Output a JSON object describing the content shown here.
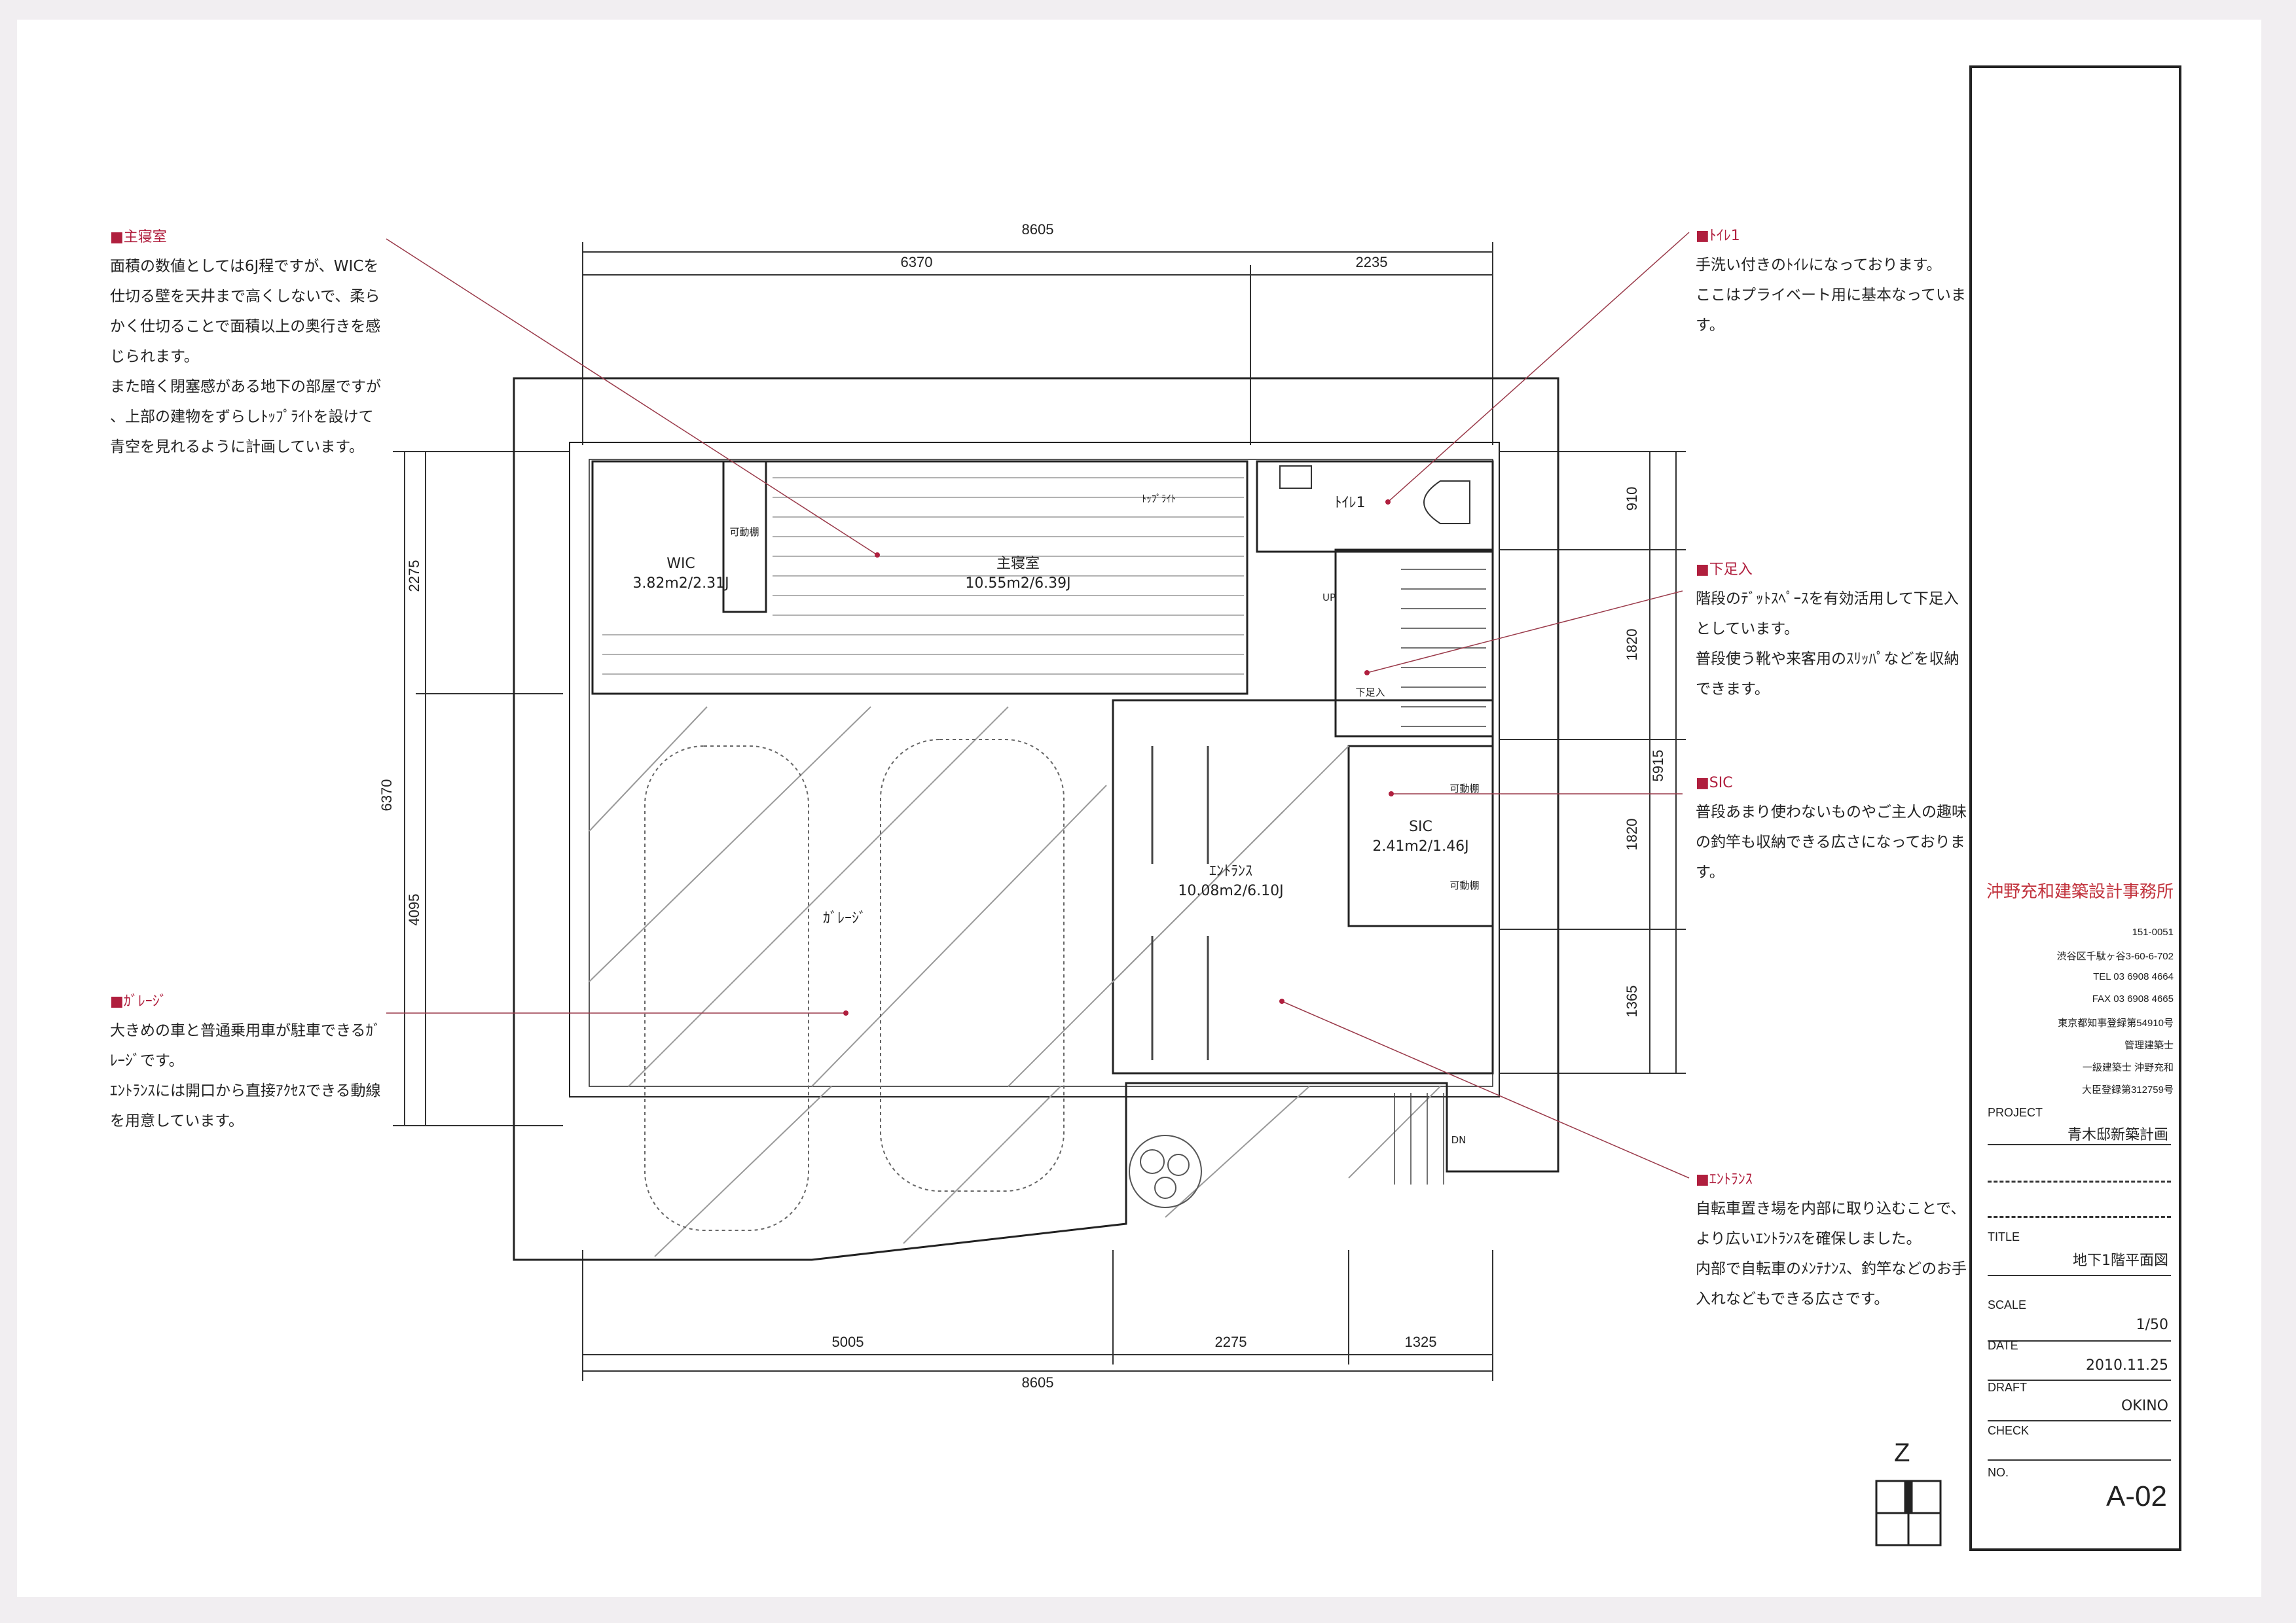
{
  "notes": [
    {
      "id": "master-bedroom",
      "heading": "■主寝室",
      "lines": [
        "面積の数値としては6J程ですが、WICを",
        "仕切る壁を天井まで高くしないで、柔ら",
        "かく仕切ることで面積以上の奥行きを感",
        "じられます。",
        "また暗く閉塞感がある地下の部屋ですが",
        "、上部の建物をずらしﾄｯﾌﾟﾗｲﾄを設けて",
        "青空を見れるように計画しています。"
      ]
    },
    {
      "id": "garage",
      "heading": "■ｶﾞﾚｰｼﾞ",
      "lines": [
        "大きめの車と普通乗用車が駐車できるｶﾞ",
        "ﾚｰｼﾞです。",
        "ｴﾝﾄﾗﾝｽには開口から直接ｱｸｾｽできる動線",
        "を用意しています。"
      ]
    },
    {
      "id": "toilet",
      "heading": "■ﾄｲﾚ1",
      "lines": [
        "手洗い付きのﾄｲﾚになっております。",
        "ここはプライベート用に基本なっていま",
        "す。"
      ]
    },
    {
      "id": "shoe-storage",
      "heading": "■下足入",
      "lines": [
        "階段のﾃﾞｯﾄｽﾍﾟｰｽを有効活用して下足入",
        "としています。",
        "普段使う靴や来客用のｽﾘｯﾊﾟなどを収納",
        "できます。"
      ]
    },
    {
      "id": "sic",
      "heading": "■SIC",
      "lines": [
        "普段あまり使わないものやご主人の趣味",
        "の釣竿も収納できる広さになっておりま",
        "す。"
      ]
    },
    {
      "id": "entrance",
      "heading": "■ｴﾝﾄﾗﾝｽ",
      "lines": [
        "自転車置き場を内部に取り込むことで、",
        "より広いｴﾝﾄﾗﾝｽを確保しました。",
        "内部で自転車のﾒﾝﾃﾅﾝｽ、釣竿などのお手",
        "入れなどもできる広さです。"
      ]
    }
  ],
  "dimensions": {
    "top_total": "8605",
    "top_left": "6370",
    "top_right": "2235",
    "bottom_total": "8605",
    "bottom_a": "5005",
    "bottom_b": "2275",
    "bottom_c": "1325",
    "left_total": "6370",
    "left_a": "2275",
    "left_b": "4095",
    "right_total": "5915",
    "right_a": "910",
    "right_b": "1820",
    "right_c": "1820",
    "right_d": "1365"
  },
  "rooms": {
    "wic_name": "WIC",
    "wic_area": "3.82m2/2.31J",
    "master_name": "主寝室",
    "master_area": "10.55m2/6.39J",
    "toplight": "ﾄｯﾌﾟﾗｲﾄ",
    "toilet": "ﾄｲﾚ1",
    "shoe": "下足入",
    "sic_name": "SIC",
    "sic_area": "2.41m2/1.46J",
    "entrance_name": "ｴﾝﾄﾗﾝｽ",
    "entrance_area": "10.08m2/6.10J",
    "garage": "ｶﾞﾚｰｼﾞ",
    "shelf_1": "可動棚",
    "shelf_2": "可動棚",
    "shelf_3": "可動棚",
    "up": "UP",
    "dn": "DN"
  },
  "title_block": {
    "firm": "沖野充和建築設計事務所",
    "address_lines": [
      "151-0051",
      "渋谷区千駄ヶ谷3-60-6-702",
      "TEL 03 6908 4664",
      "FAX 03 6908 4665",
      "東京都知事登録第54910号",
      "管理建築士",
      "一級建築士 沖野充和",
      "大臣登録第312759号"
    ],
    "project_label": "PROJECT",
    "project_value": "青木邸新築計画",
    "title_label": "TITLE",
    "title_value": "地下1階平面図",
    "scale_label": "SCALE",
    "scale_value": "1/50",
    "date_label": "DATE",
    "date_value": "2010.11.25",
    "draft_label": "DRAFT",
    "draft_value": "OKINO",
    "check_label": "CHECK",
    "no_label": "NO.",
    "no_value": "A-02"
  },
  "north": "Z",
  "colors": {
    "accent": "#b01f3e",
    "line": "#222222",
    "leader": "#9a3a4a"
  }
}
